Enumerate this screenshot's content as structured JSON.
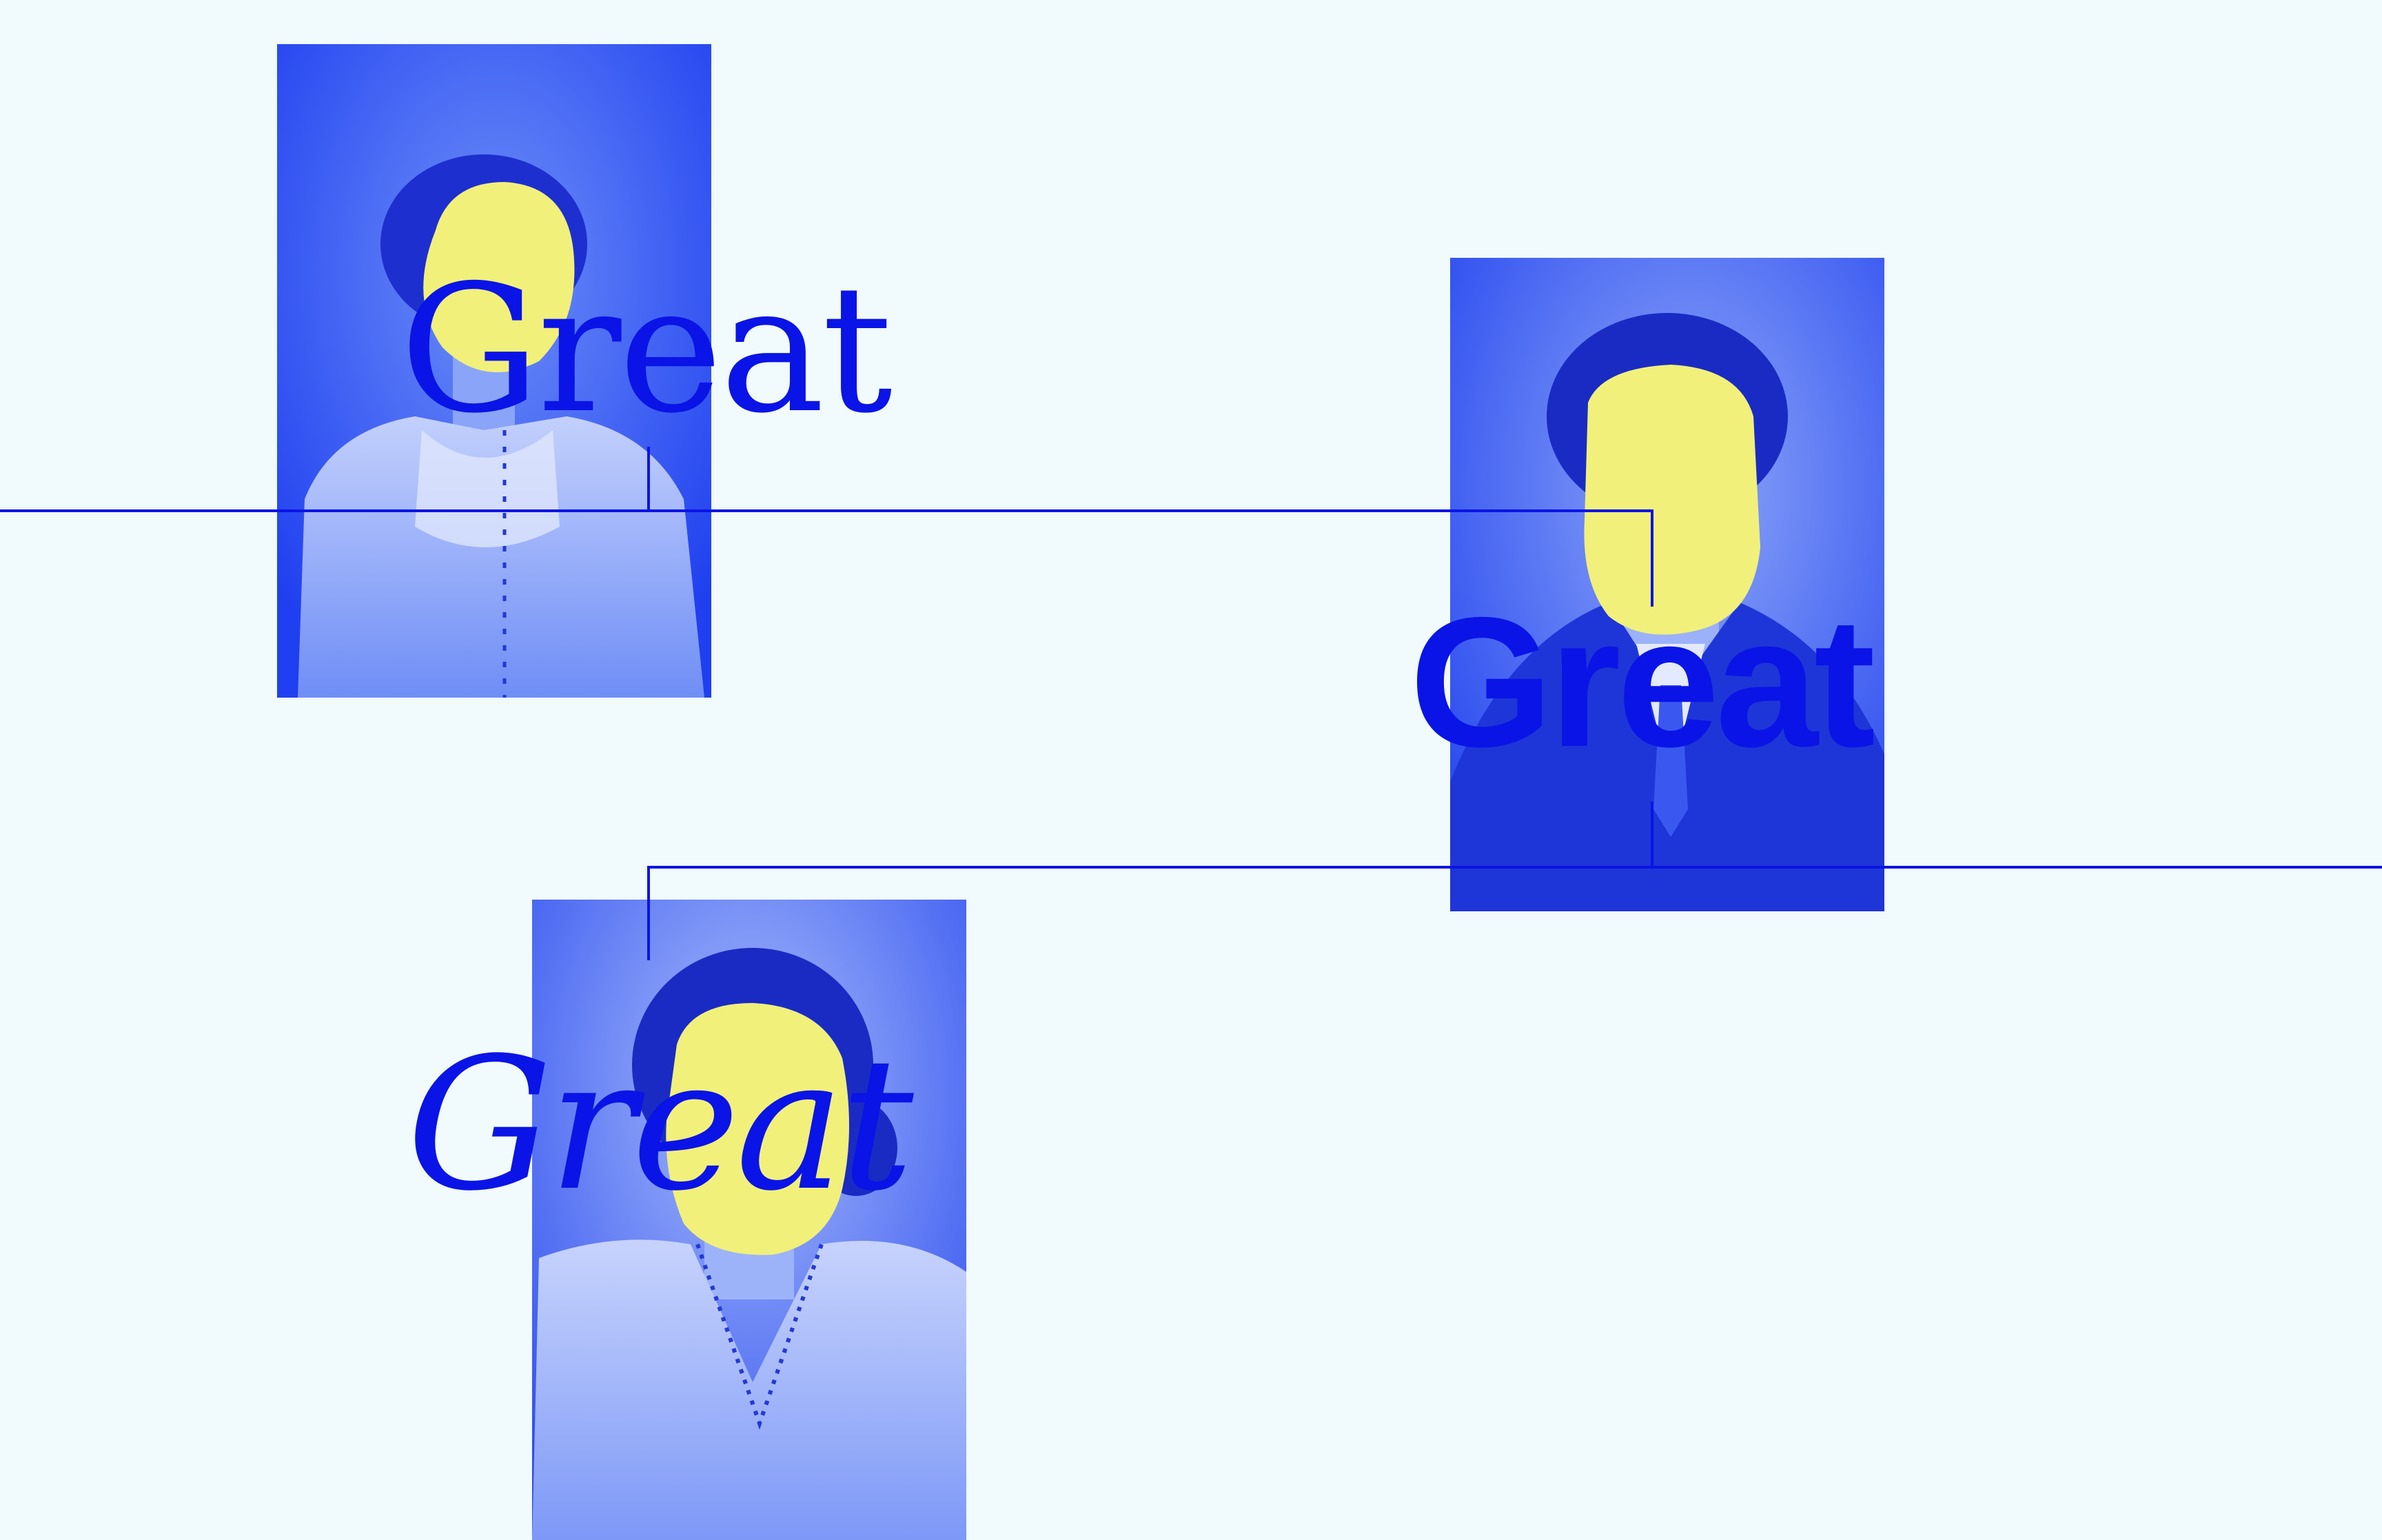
{
  "colors": {
    "background": "#f1fafc",
    "ink_blue": "#0a14e6",
    "photo_blue": "#2a4af0",
    "photo_light": "#b9c8fb",
    "paint_yellow": "#f1f07a"
  },
  "portraits": [
    {
      "subject": "woman-lace-blouse",
      "face_covered_by": "yellow-paint-blot"
    },
    {
      "subject": "man-suit-tie",
      "face_covered_by": "yellow-paint-blot"
    },
    {
      "subject": "woman-necklace",
      "face_covered_by": "yellow-paint-blot"
    }
  ],
  "words": [
    {
      "text": "Great",
      "style": "serif"
    },
    {
      "text": "Great",
      "style": "grotesque-bold"
    },
    {
      "text": "Great",
      "style": "serif-italic"
    }
  ]
}
